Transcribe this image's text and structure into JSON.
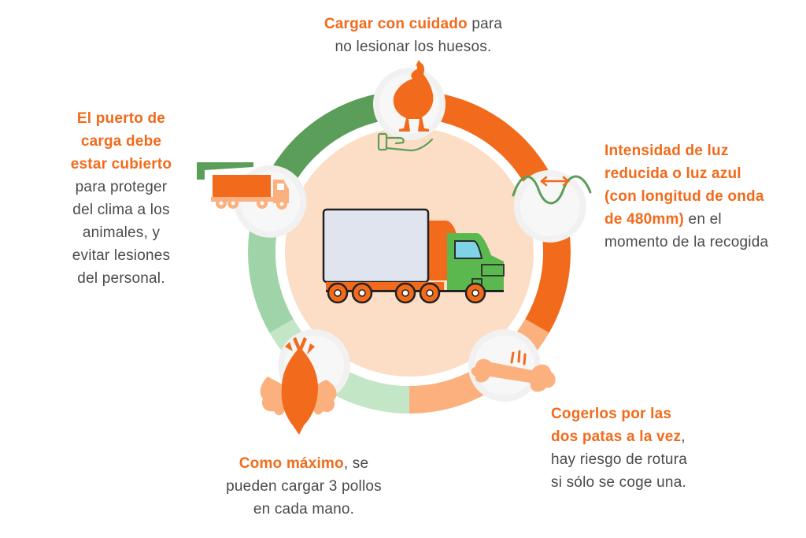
{
  "colors": {
    "orange": "#f26a1b",
    "light_orange": "#fbb07d",
    "peach": "#fcddc6",
    "dark_green": "#5a9e5a",
    "mid_green": "#9fd4a8",
    "light_green": "#c3e6c6",
    "pale_ring": "#f1f1f1",
    "truck_gray": "#dfe4ef",
    "truck_green": "#5ab84f",
    "window_blue": "#7fd3e6",
    "text_gray": "#4a4a4a"
  },
  "annotations": {
    "top": {
      "bold": "Cargar con cuidado",
      "rest_line1": " para",
      "line2": "no lesionar los huesos."
    },
    "left": {
      "bold_lines": [
        "El puerto de",
        "carga debe",
        "estar cubierto"
      ],
      "lines": [
        "para proteger",
        "del clima a los",
        "animales, y",
        "evitar lesiones",
        "del personal."
      ]
    },
    "right": {
      "bold_lines": [
        "Intensidad de luz",
        "reducida o luz azul",
        "(con longitud de onda",
        "de 480mm)"
      ],
      "rest_line4": " en el",
      "line5": "momento de la recogida"
    },
    "bottom_right": {
      "bold_line1": "Cogerlos por las",
      "bold_line2": "dos patas a la vez",
      "comma": ",",
      "lines": [
        "hay riesgo de rotura",
        "si sólo se coge una."
      ]
    },
    "bottom": {
      "bold": "Como máximo",
      "rest_line1": ", se",
      "lines": [
        "pueden cargar 3 pollos",
        "en cada mano."
      ]
    }
  },
  "icons": [
    "chicken-icon",
    "hand-icon",
    "light-wave-icon",
    "bone-icon",
    "hanging-chickens-icon",
    "canopy-truck-icon",
    "central-truck-icon"
  ]
}
